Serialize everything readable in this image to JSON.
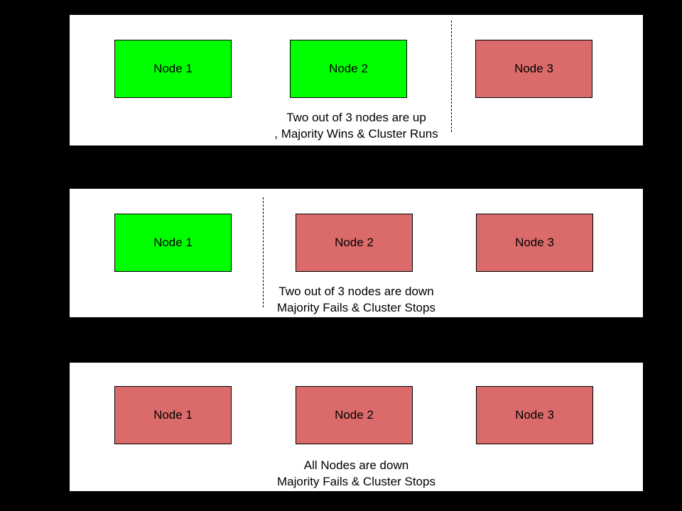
{
  "colors": {
    "node_up": "#00ff00",
    "node_down": "#db6b6b",
    "panel_background": "#ffffff",
    "canvas_background": "#000000",
    "border": "#000000"
  },
  "panels": [
    {
      "id": "majority-up",
      "nodes": [
        {
          "label": "Node 1",
          "state": "up"
        },
        {
          "label": "Node 2",
          "state": "up"
        },
        {
          "label": "Node 3",
          "state": "down"
        }
      ],
      "partition_line": "between-node-2-and-node-3",
      "caption_line1": "Two out of 3 nodes are up",
      "caption_line2": ", Majority Wins & Cluster Runs"
    },
    {
      "id": "majority-down",
      "nodes": [
        {
          "label": "Node 1",
          "state": "up"
        },
        {
          "label": "Node 2",
          "state": "down"
        },
        {
          "label": "Node 3",
          "state": "down"
        }
      ],
      "partition_line": "between-node-1-and-node-2",
      "caption_line1": "Two out of 3 nodes are down",
      "caption_line2": "Majority Fails & Cluster Stops"
    },
    {
      "id": "all-down",
      "nodes": [
        {
          "label": "Node 1",
          "state": "down"
        },
        {
          "label": "Node 2",
          "state": "down"
        },
        {
          "label": "Node 3",
          "state": "down"
        }
      ],
      "partition_line": "none",
      "caption_line1": "All Nodes are down",
      "caption_line2": "Majority Fails & Cluster Stops"
    }
  ]
}
